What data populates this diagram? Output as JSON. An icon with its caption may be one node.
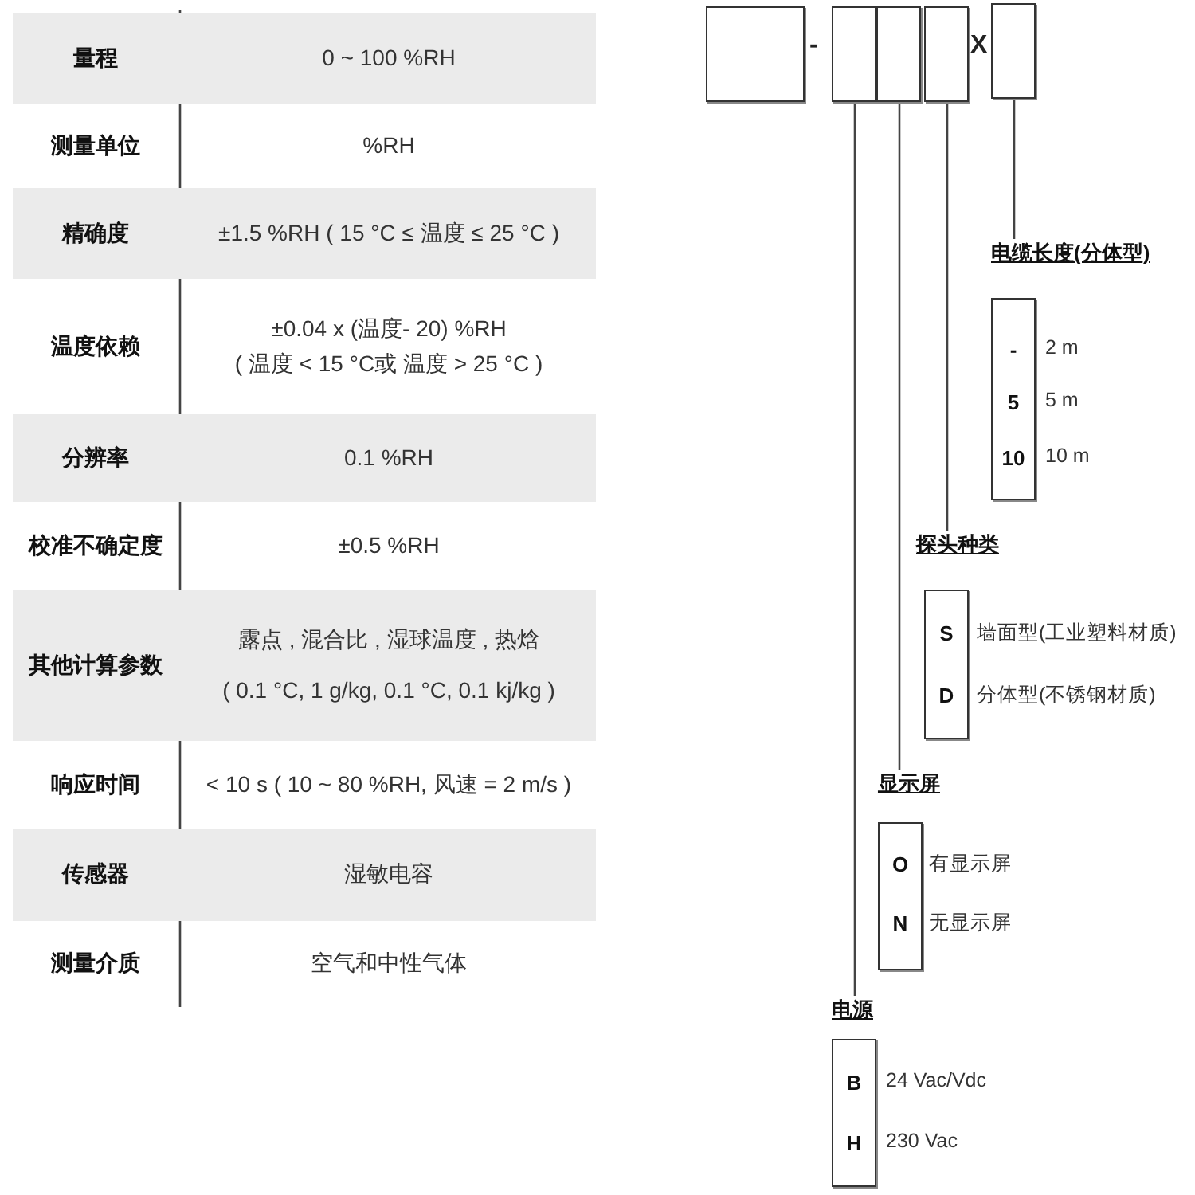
{
  "diagram": {
    "nodes": [
      {
        "text": [],
        "shape": "box"
      },
      {
        "text": [],
        "shape": "box"
      },
      {
        "text": [],
        "shape": "box"
      },
      {
        "text": [],
        "shape": "box"
      },
      {
        "text": [],
        "shape": "box"
      },
      {
        "text": [
          "电缆长度(分体型)",
          "-",
          "5",
          "10"
        ],
        "beside": [
          "2 m",
          "5 m",
          "10 m"
        ]
      },
      {
        "text": [
          "探头种类",
          "S",
          "D"
        ],
        "beside": [
          "墙面型(工业塑料材质)",
          "分体型(不锈钢材质)"
        ]
      },
      {
        "text": [
          "显示屏",
          "O",
          "N"
        ],
        "beside": [
          "有显示屏",
          "无显示屏"
        ]
      },
      {
        "text": [
          "电源",
          "B",
          "H"
        ],
        "beside": [
          "24 Vac/Vdc",
          "230 Vac"
        ]
      }
    ],
    "edges": [
      {
        "from": 1,
        "to": 8,
        "arrow": "none"
      },
      {
        "from": 2,
        "to": 7,
        "arrow": "none"
      },
      {
        "from": 3,
        "to": 6,
        "arrow": "none"
      },
      {
        "from": 4,
        "to": 5,
        "arrow": "none"
      }
    ],
    "labels": [
      "量程",
      "0 ~ 100 %RH",
      "测量单位",
      "%RH",
      "精确度",
      "±1.5 %RH ( 15 °C ≤ 温度 ≤ 25 °C )",
      "温度依赖",
      "±0.04 x (温度- 20) %RH",
      "( 温度 < 15 °C或 温度 > 25 °C )",
      "分辨率",
      "0.1 %RH",
      "校准不确定度",
      "±0.5 %RH",
      "其他计算参数",
      "露点 , 混合比 , 湿球温度 , 热焓",
      "( 0.1 °C, 1 g/kg, 0.1 °C, 0.1 kj/kg )",
      "响应时间",
      "< 10 s ( 10 ~ 80 %RH, 风速 = 2 m/s )",
      "传感器",
      "湿敏电容",
      "测量介质",
      "空气和中性气体",
      "-",
      "X"
    ]
  }
}
